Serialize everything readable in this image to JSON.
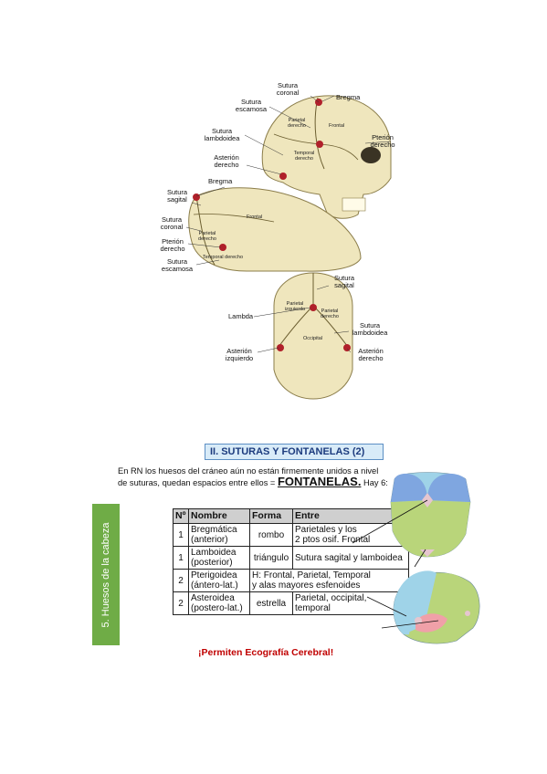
{
  "sidebar_tab": "5. Huesos de la cabeza",
  "skull_lateral": {
    "labels": {
      "sutura_coronal": "Sutura\ncoronal",
      "bregma": "Bregma",
      "sutura_escamosa": "Sutura\nescamosa",
      "sutura_lambdoidea": "Sutura\nlambdoidea",
      "asterion_derecho": "Asterión\nderecho",
      "pterion_derecho": "Pterión\nderecho",
      "parietal_derecho": "Parietal\nderecho",
      "frontal": "Frontal",
      "temporal_derecho": "Temporal\nderecho"
    }
  },
  "skull_top": {
    "labels": {
      "bregma": "Bregma",
      "sutura_sagital": "Sutura\nsagital",
      "sutura_coronal": "Sutura\ncoronal",
      "pterion_derecho": "Pterión\nderecho",
      "sutura_escamosa": "Sutura\nescamosa",
      "frontal": "Frontal",
      "parietal_derecho": "Parietal\nderecho",
      "temporal_derecho": "Temporal derecho"
    }
  },
  "skull_back": {
    "labels": {
      "sutura_sagital": "Sutura\nsagital",
      "lambda": "Lambda",
      "sutura_lambdoidea": "Sutura\nlambdoidea",
      "asterion_izquierdo": "Asterión\nizquierdo",
      "asterion_derecho": "Asterión\nderecho",
      "parietal_izquierdo": "Parietal\nizquierdo",
      "parietal_derecho": "Parietal\nderecho",
      "occipital": "Occipital"
    }
  },
  "section_title": "II. SUTURAS Y FONTANELAS (2)",
  "intro": {
    "line1": "En RN los huesos del cráneo aún no están firmemente unidos a nivel",
    "line2_a": "de suturas, quedan espacios entre ellos = ",
    "line2_big": "FONTANELAS.",
    "line2_b": " Hay 6:"
  },
  "table": {
    "headers": [
      "Nº",
      "Nombre",
      "Forma",
      "Entre"
    ],
    "rows": [
      {
        "n": "1",
        "nombre": "Bregmática\n(anterior)",
        "forma": "rombo",
        "entre": "Parietales y los\n2 ptos osif. Frontal"
      },
      {
        "n": "1",
        "nombre": "Lamboidea\n(posterior)",
        "forma": "triángulo",
        "entre": "Sutura sagital y lamboidea"
      },
      {
        "n": "2",
        "nombre": "Pterigoidea\n(ántero-lat.)",
        "forma_entre": "H: Frontal, Parietal, Temporal\ny alas mayores esfenoides"
      },
      {
        "n": "2",
        "nombre": "Asteroidea\n(postero-lat.)",
        "forma": "estrella",
        "entre": "Parietal, occipital,\ntemporal"
      }
    ]
  },
  "footer_note": "¡Permiten Ecografía Cerebral!",
  "colors": {
    "sidebar_green": "#6fac46",
    "title_bg": "#d8ebf8",
    "title_text": "#1c3b7e",
    "bone": "#efe6bd",
    "fontanel_red": "#b0202a",
    "footer_red": "#c00000"
  }
}
